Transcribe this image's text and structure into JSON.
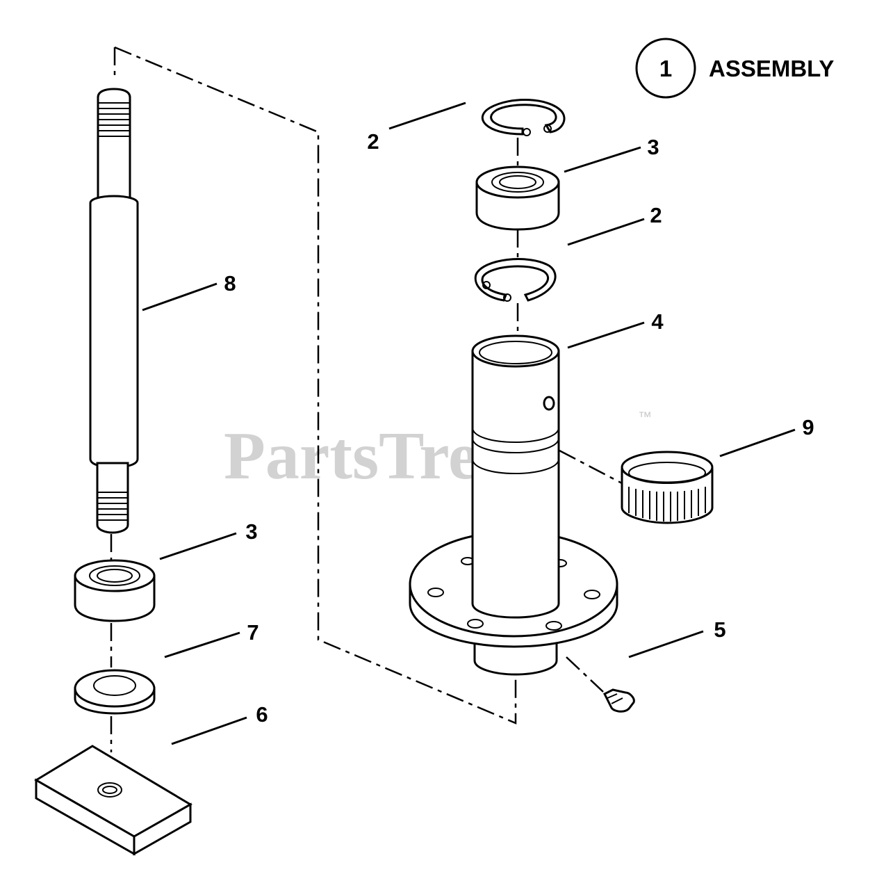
{
  "watermark": {
    "text": "PartsTree",
    "trademark": "™"
  },
  "assembly_label": {
    "number": "1",
    "text": "ASSEMBLY"
  },
  "callouts": {
    "ring_top": "2",
    "bearing_top": "3",
    "ring_bottom": "2",
    "housing": "4",
    "bushing": "9",
    "hub": "5",
    "shaft": "8",
    "bearing_lower": "3",
    "spacer": "7",
    "block": "6"
  }
}
